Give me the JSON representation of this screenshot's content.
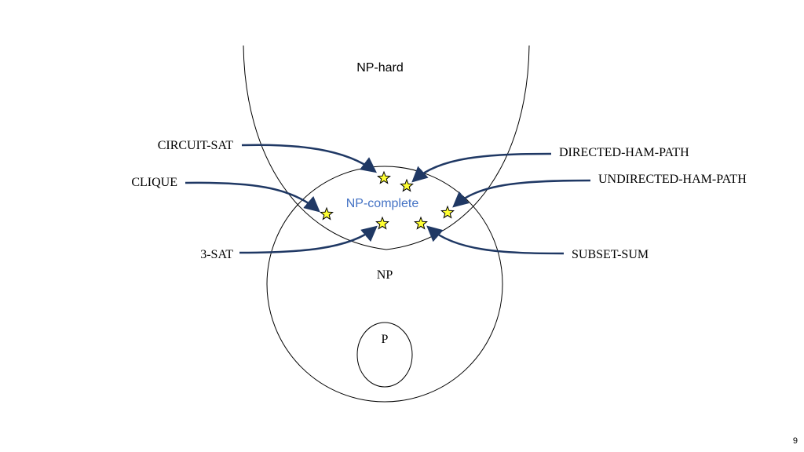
{
  "diagram": {
    "regions": {
      "np_hard": "NP-hard",
      "np_complete": "NP-complete",
      "np": "NP",
      "p": "P"
    },
    "problems": {
      "circuit_sat": "CIRCUIT-SAT",
      "clique": "CLIQUE",
      "three_sat": "3-SAT",
      "directed_ham_path": "DIRECTED-HAM-PATH",
      "undirected_ham_path": "UNDIRECTED-HAM-PATH",
      "subset_sum": "SUBSET-SUM"
    },
    "colors": {
      "np_complete_label": "#4472C4",
      "arrow": "#1F3864",
      "star_fill": "#FFFF33",
      "star_stroke": "#000000",
      "outline": "#000000"
    }
  },
  "slide": {
    "page_number": "9"
  }
}
